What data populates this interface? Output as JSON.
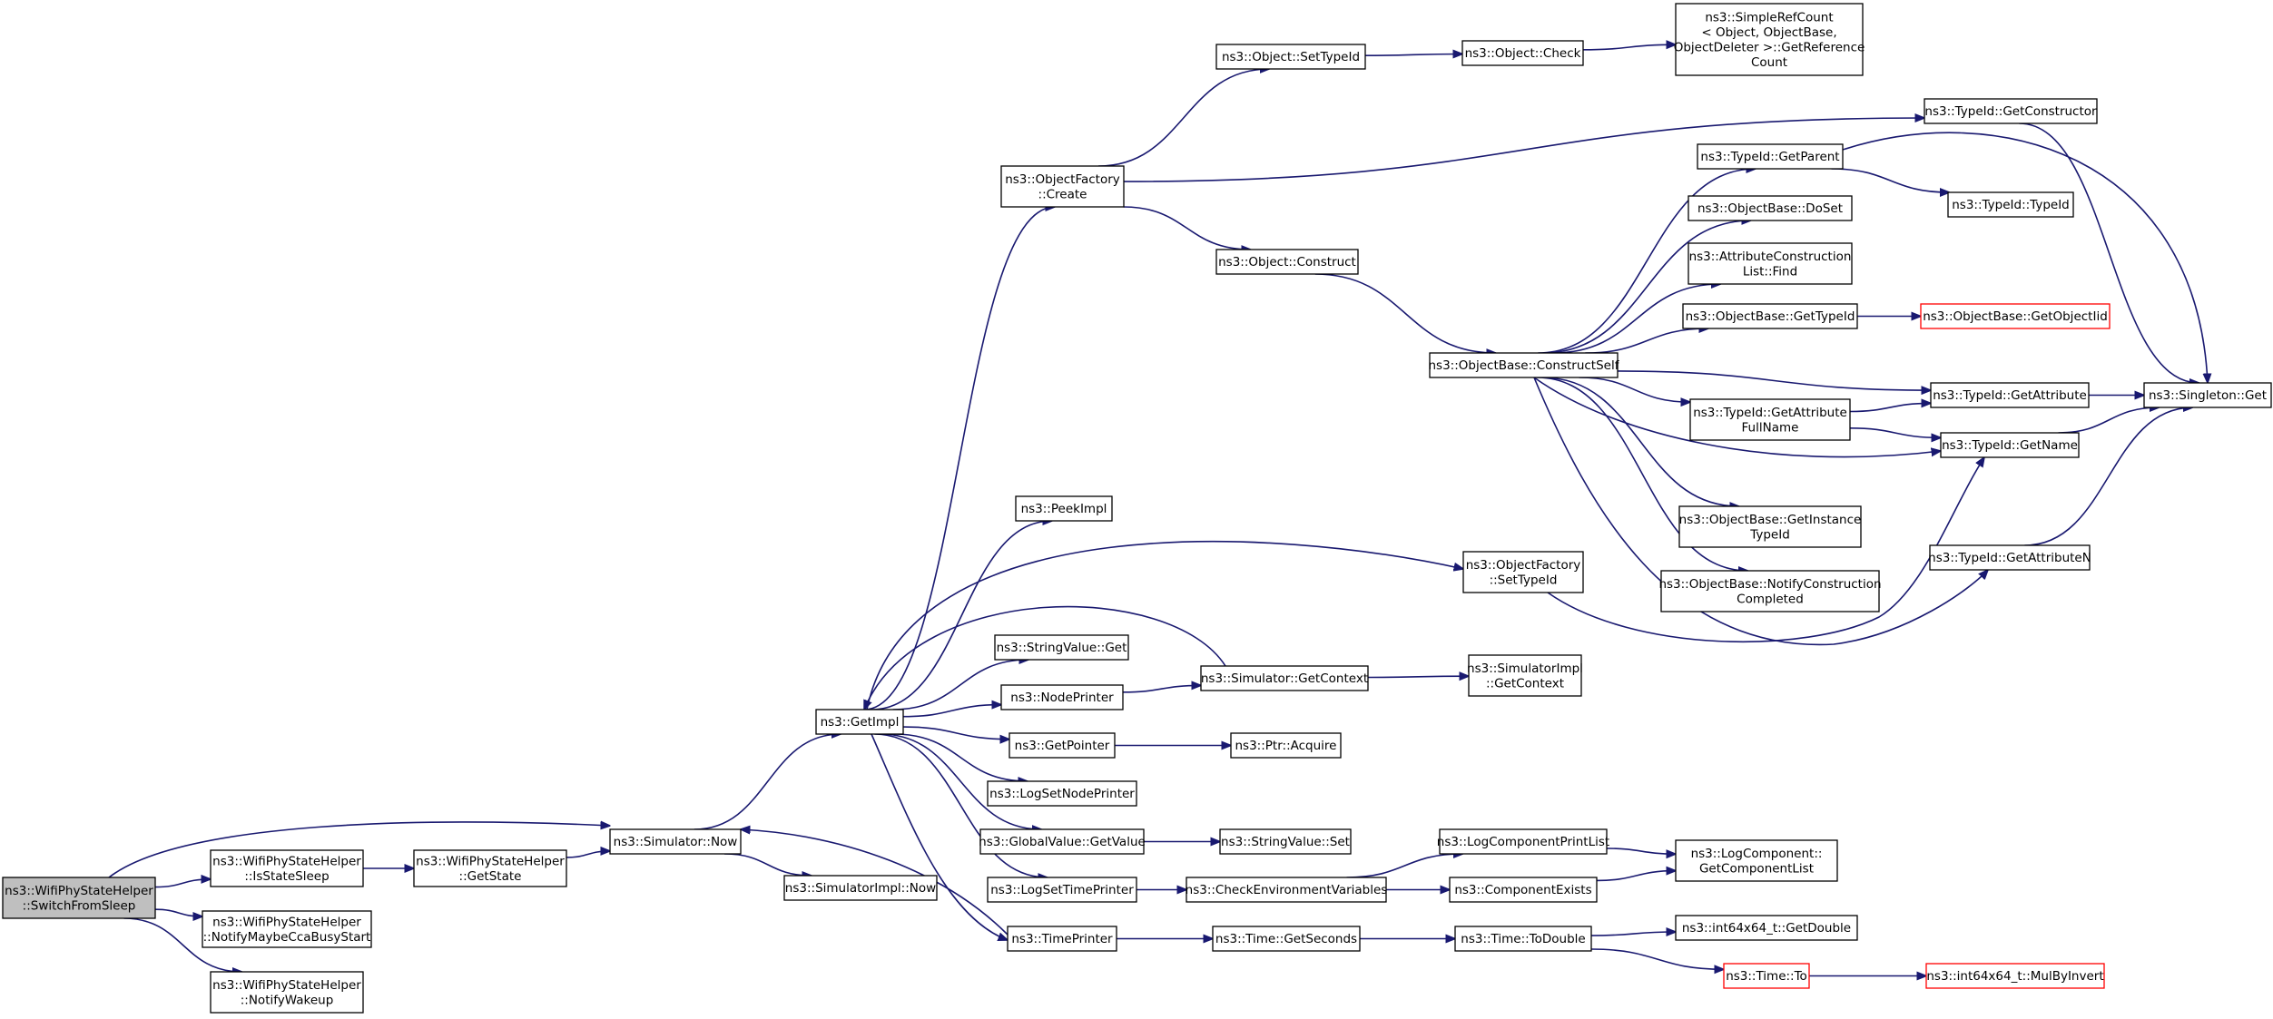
{
  "colors": {
    "edge": "#191970",
    "root_fill": "#bfbfbf",
    "truncated_border": "#ff0000"
  },
  "nodes": [
    {
      "id": "root",
      "lines": [
        "ns3::WifiPhyStateHelper",
        "::SwitchFromSleep"
      ],
      "style": "root"
    },
    {
      "id": "isStateSleep",
      "lines": [
        "ns3::WifiPhyStateHelper",
        "::IsStateSleep"
      ]
    },
    {
      "id": "notifyCca",
      "lines": [
        "ns3::WifiPhyStateHelper",
        "::NotifyMaybeCcaBusyStart"
      ]
    },
    {
      "id": "notifyWakeup",
      "lines": [
        "ns3::WifiPhyStateHelper",
        "::NotifyWakeup"
      ]
    },
    {
      "id": "getState",
      "lines": [
        "ns3::WifiPhyStateHelper",
        "::GetState"
      ]
    },
    {
      "id": "simNow",
      "lines": [
        "ns3::Simulator::Now"
      ]
    },
    {
      "id": "simImplNow",
      "lines": [
        "ns3::SimulatorImpl::Now"
      ]
    },
    {
      "id": "getImpl",
      "lines": [
        "ns3::GetImpl"
      ]
    },
    {
      "id": "ofCreate",
      "lines": [
        "ns3::ObjectFactory",
        "::Create"
      ]
    },
    {
      "id": "peekImpl",
      "lines": [
        "ns3::PeekImpl"
      ]
    },
    {
      "id": "strValGet",
      "lines": [
        "ns3::StringValue::Get"
      ]
    },
    {
      "id": "nodePrinter",
      "lines": [
        "ns3::NodePrinter"
      ]
    },
    {
      "id": "getPointer",
      "lines": [
        "ns3::GetPointer"
      ]
    },
    {
      "id": "logSetNodePrinter",
      "lines": [
        "ns3::LogSetNodePrinter"
      ]
    },
    {
      "id": "gvGetValue",
      "lines": [
        "ns3::GlobalValue::GetValue"
      ]
    },
    {
      "id": "logSetTimePrinter",
      "lines": [
        "ns3::LogSetTimePrinter"
      ]
    },
    {
      "id": "timePrinter",
      "lines": [
        "ns3::TimePrinter"
      ]
    },
    {
      "id": "objSetTypeId",
      "lines": [
        "ns3::Object::SetTypeId"
      ]
    },
    {
      "id": "objConstruct",
      "lines": [
        "ns3::Object::Construct"
      ]
    },
    {
      "id": "ofSetTypeId",
      "lines": [
        "ns3::ObjectFactory",
        "::SetTypeId"
      ]
    },
    {
      "id": "simGetContext",
      "lines": [
        "ns3::Simulator::GetContext"
      ]
    },
    {
      "id": "ptrAcquire",
      "lines": [
        "ns3::Ptr::Acquire"
      ]
    },
    {
      "id": "strValSet",
      "lines": [
        "ns3::StringValue::Set"
      ]
    },
    {
      "id": "checkEnv",
      "lines": [
        "ns3::CheckEnvironmentVariables"
      ]
    },
    {
      "id": "timeGetSeconds",
      "lines": [
        "ns3::Time::GetSeconds"
      ]
    },
    {
      "id": "objCheck",
      "lines": [
        "ns3::Object::Check"
      ]
    },
    {
      "id": "simpleRefCount",
      "lines": [
        "ns3::SimpleRefCount",
        "< Object, ObjectBase,",
        "ObjectDeleter >::GetReference",
        "Count"
      ]
    },
    {
      "id": "constructSelf",
      "lines": [
        "ns3::ObjectBase::ConstructSelf"
      ]
    },
    {
      "id": "simImplGetContext",
      "lines": [
        "ns3::SimulatorImpl",
        "::GetContext"
      ]
    },
    {
      "id": "logCompPrintList",
      "lines": [
        "ns3::LogComponentPrintList"
      ]
    },
    {
      "id": "compExists",
      "lines": [
        "ns3::ComponentExists"
      ]
    },
    {
      "id": "timeToDouble",
      "lines": [
        "ns3::Time::ToDouble"
      ]
    },
    {
      "id": "tidGetParent",
      "lines": [
        "ns3::TypeId::GetParent"
      ]
    },
    {
      "id": "obDoSet",
      "lines": [
        "ns3::ObjectBase::DoSet"
      ]
    },
    {
      "id": "attrConstrFind",
      "lines": [
        "ns3::AttributeConstruction",
        "List::Find"
      ]
    },
    {
      "id": "obGetTypeId",
      "lines": [
        "ns3::ObjectBase::GetTypeId"
      ]
    },
    {
      "id": "tidGetAttrFullName",
      "lines": [
        "ns3::TypeId::GetAttribute",
        "FullName"
      ]
    },
    {
      "id": "obGetInstanceTypeId",
      "lines": [
        "ns3::ObjectBase::GetInstance",
        "TypeId"
      ]
    },
    {
      "id": "obNotifyConstr",
      "lines": [
        "ns3::ObjectBase::NotifyConstruction",
        "Completed"
      ]
    },
    {
      "id": "logCompGetList",
      "lines": [
        "ns3::LogComponent::",
        "GetComponentList"
      ]
    },
    {
      "id": "i64GetDouble",
      "lines": [
        "ns3::int64x64_t::GetDouble"
      ]
    },
    {
      "id": "timeTo",
      "lines": [
        "ns3::Time::To"
      ],
      "style": "truncated"
    },
    {
      "id": "tidGetConstructor",
      "lines": [
        "ns3::TypeId::GetConstructor"
      ]
    },
    {
      "id": "tidTypeId",
      "lines": [
        "ns3::TypeId::TypeId"
      ]
    },
    {
      "id": "obGetObjectIid",
      "lines": [
        "ns3::ObjectBase::GetObjectIid"
      ],
      "style": "truncated"
    },
    {
      "id": "tidGetAttribute",
      "lines": [
        "ns3::TypeId::GetAttribute"
      ]
    },
    {
      "id": "tidGetName",
      "lines": [
        "ns3::TypeId::GetName"
      ]
    },
    {
      "id": "tidGetAttributeN",
      "lines": [
        "ns3::TypeId::GetAttributeN"
      ]
    },
    {
      "id": "i64MulByInvert",
      "lines": [
        "ns3::int64x64_t::MulByInvert"
      ],
      "style": "truncated"
    },
    {
      "id": "singletonGet",
      "lines": [
        "ns3::Singleton::Get"
      ]
    }
  ],
  "edges": [
    [
      "root",
      "simNow"
    ],
    [
      "root",
      "isStateSleep"
    ],
    [
      "root",
      "notifyCca"
    ],
    [
      "root",
      "notifyWakeup"
    ],
    [
      "isStateSleep",
      "getState"
    ],
    [
      "getState",
      "simNow"
    ],
    [
      "simNow",
      "getImpl"
    ],
    [
      "simNow",
      "simImplNow"
    ],
    [
      "getImpl",
      "ofCreate"
    ],
    [
      "getImpl",
      "peekImpl"
    ],
    [
      "getImpl",
      "ofSetTypeId"
    ],
    [
      "getImpl",
      "strValGet"
    ],
    [
      "getImpl",
      "nodePrinter"
    ],
    [
      "getImpl",
      "getPointer"
    ],
    [
      "getImpl",
      "logSetNodePrinter"
    ],
    [
      "getImpl",
      "gvGetValue"
    ],
    [
      "getImpl",
      "logSetTimePrinter"
    ],
    [
      "getImpl",
      "timePrinter"
    ],
    [
      "simGetContext",
      "getImpl"
    ],
    [
      "timePrinter",
      "simNow"
    ],
    [
      "ofCreate",
      "objSetTypeId"
    ],
    [
      "ofCreate",
      "tidGetConstructor"
    ],
    [
      "ofCreate",
      "objConstruct"
    ],
    [
      "objSetTypeId",
      "objCheck"
    ],
    [
      "objCheck",
      "simpleRefCount"
    ],
    [
      "objConstruct",
      "constructSelf"
    ],
    [
      "constructSelf",
      "tidGetParent"
    ],
    [
      "constructSelf",
      "obDoSet"
    ],
    [
      "constructSelf",
      "attrConstrFind"
    ],
    [
      "constructSelf",
      "obGetTypeId"
    ],
    [
      "constructSelf",
      "tidGetAttribute"
    ],
    [
      "constructSelf",
      "tidGetAttrFullName"
    ],
    [
      "constructSelf",
      "tidGetName"
    ],
    [
      "constructSelf",
      "obGetInstanceTypeId"
    ],
    [
      "constructSelf",
      "obNotifyConstr"
    ],
    [
      "constructSelf",
      "tidGetAttributeN"
    ],
    [
      "ofSetTypeId",
      "tidGetName"
    ],
    [
      "tidGetParent",
      "tidTypeId"
    ],
    [
      "tidGetParent",
      "singletonGet"
    ],
    [
      "obGetTypeId",
      "obGetObjectIid"
    ],
    [
      "tidGetAttrFullName",
      "tidGetAttribute"
    ],
    [
      "tidGetAttrFullName",
      "tidGetName"
    ],
    [
      "tidGetConstructor",
      "singletonGet"
    ],
    [
      "tidGetAttribute",
      "singletonGet"
    ],
    [
      "tidGetName",
      "singletonGet"
    ],
    [
      "tidGetAttributeN",
      "singletonGet"
    ],
    [
      "nodePrinter",
      "simGetContext"
    ],
    [
      "simGetContext",
      "simImplGetContext"
    ],
    [
      "getPointer",
      "ptrAcquire"
    ],
    [
      "gvGetValue",
      "strValSet"
    ],
    [
      "logSetTimePrinter",
      "checkEnv"
    ],
    [
      "checkEnv",
      "logCompPrintList"
    ],
    [
      "checkEnv",
      "compExists"
    ],
    [
      "logCompPrintList",
      "logCompGetList"
    ],
    [
      "compExists",
      "logCompGetList"
    ],
    [
      "timePrinter",
      "timeGetSeconds"
    ],
    [
      "timeGetSeconds",
      "timeToDouble"
    ],
    [
      "timeToDouble",
      "i64GetDouble"
    ],
    [
      "timeToDouble",
      "timeTo"
    ],
    [
      "timeTo",
      "i64MulByInvert"
    ]
  ]
}
